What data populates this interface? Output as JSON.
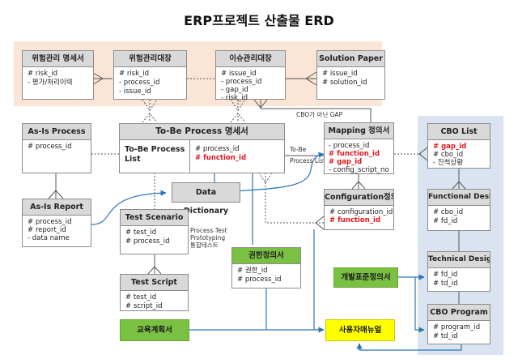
{
  "title": "ERP프로젝트 산출물 ERD",
  "entities": {
    "risk_spec": {
      "name": "위험관리 명세서",
      "fields": [
        {
          "text": "# risk_id",
          "key": false
        },
        {
          "text": "- 평가/처리이력",
          "key": false
        }
      ]
    },
    "risk_ledger": {
      "name": "위험관리대장",
      "fields": [
        {
          "text": "# risk_id"
        },
        {
          "text": "- process_id"
        },
        {
          "text": "- issue_id"
        }
      ]
    },
    "issue_ledger": {
      "name": "이슈관리대장",
      "fields": [
        {
          "text": "# issue_id"
        },
        {
          "text": "- process_id"
        },
        {
          "text": "- gap_id"
        },
        {
          "text": "- risk_id"
        }
      ]
    },
    "solution_paper": {
      "name": "Solution Paper",
      "fields": [
        {
          "text": "# issue_id"
        },
        {
          "text": "# solution_id"
        }
      ]
    },
    "asis_process": {
      "name": "As-Is Process",
      "fields": [
        {
          "text": "# process_id"
        }
      ]
    },
    "tobe_process": {
      "name": "To-Be Process 명세서",
      "left_label": "To-Be Process List",
      "fields": [
        {
          "text": "# process_id",
          "key": false
        },
        {
          "text": "# function_id",
          "key": true
        }
      ]
    },
    "mapping": {
      "name": "Mapping 정의서",
      "fields": [
        {
          "text": "- process_id",
          "key": false
        },
        {
          "text": "# function_id",
          "key": true
        },
        {
          "text": "# gap_id",
          "key": true
        },
        {
          "text": "- config_script_no",
          "key": false
        }
      ]
    },
    "cbo_list": {
      "name": "CBO List",
      "fields": [
        {
          "text": "# gap_id",
          "key": true
        },
        {
          "text": "# cbo_id",
          "key": false
        },
        {
          "text": "- 진척상황",
          "key": false
        }
      ]
    },
    "asis_report": {
      "name": "As-Is Report",
      "fields": [
        {
          "text": "# process_id"
        },
        {
          "text": "# report_id"
        },
        {
          "text": "- data name"
        }
      ]
    },
    "test_scenario": {
      "name": "Test Scenario",
      "fields": [
        {
          "text": "# test_id"
        },
        {
          "text": "# process_id"
        }
      ]
    },
    "test_script": {
      "name": "Test Script",
      "fields": [
        {
          "text": "# test_id"
        },
        {
          "text": "# script_id"
        }
      ]
    },
    "configuration": {
      "name": "Configuration정의",
      "fields": [
        {
          "text": "# configuration_id",
          "key": false
        },
        {
          "text": "# function_id",
          "key": true
        }
      ]
    },
    "auth_spec": {
      "name": "권한정의서",
      "fields": [
        {
          "text": "# 권한_id"
        },
        {
          "text": "# process_id"
        }
      ]
    },
    "functional_design": {
      "name": "Functional Design",
      "fields": [
        {
          "text": "# cbo_id"
        },
        {
          "text": "# fd_id"
        }
      ]
    },
    "technical_design": {
      "name": "Technical Design",
      "fields": [
        {
          "text": "# fd_id"
        },
        {
          "text": "# td_id"
        }
      ]
    },
    "cbo_program": {
      "name": "CBO Program",
      "fields": [
        {
          "text": "# program_id"
        },
        {
          "text": "# td_id"
        }
      ]
    }
  },
  "documents": {
    "data_dictionary": "Data Dictionary",
    "dev_standard": "개발표준정의서",
    "training_plan": "교육계획서",
    "user_manual": "사용자매뉴얼"
  },
  "labels": {
    "cbo_not_gap": "CBO가 아닌 GAP",
    "tobe_line1": "To-Be",
    "tobe_line2": "Process List",
    "test_types": [
      "Process Test",
      "Prototyping",
      "통합테스트"
    ]
  },
  "colors": {
    "risk_zone": "#fbe5d6",
    "cbo_zone": "#dae3f0",
    "header_grey": "#d9d9d9",
    "key_red": "#e0151b",
    "doc_green": "#7ac142",
    "manual_yellow": "#ffff00",
    "flow_blue": "#2e75b6"
  }
}
